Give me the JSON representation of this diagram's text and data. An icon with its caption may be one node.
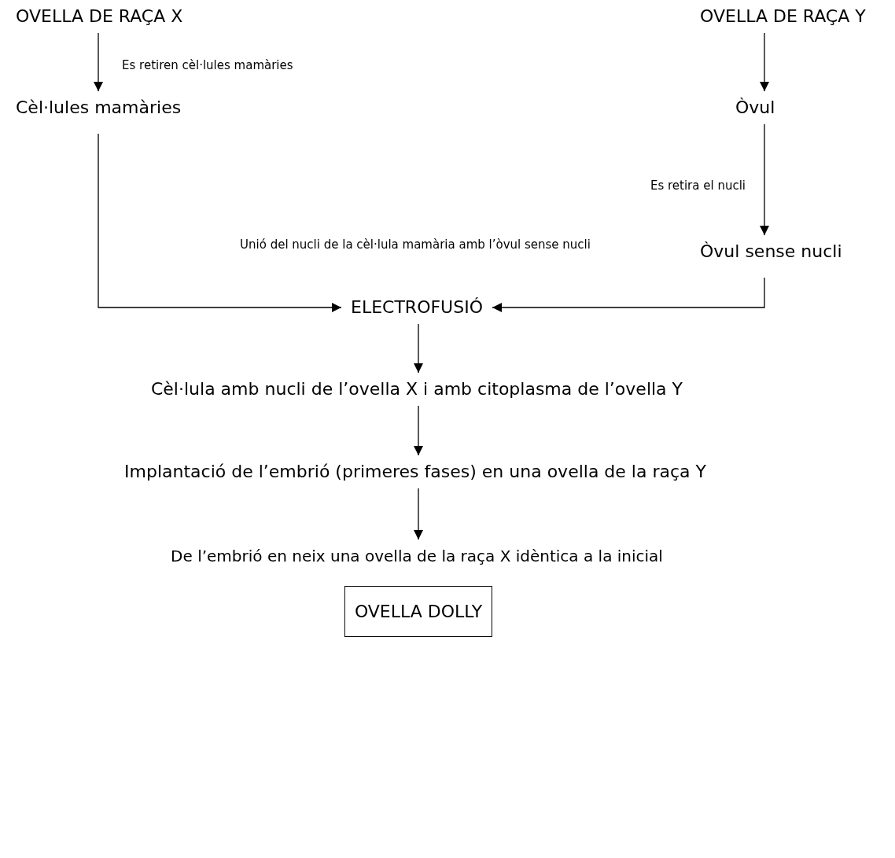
{
  "diagram": {
    "nodes": [
      {
        "text": [
          "OVELLA DE RAÇA X"
        ]
      },
      {
        "text": [
          "OVELLA DE RAÇA Y"
        ]
      },
      {
        "text": [
          "Cèl·lules mamàries"
        ]
      },
      {
        "text": [
          "Òvul"
        ]
      },
      {
        "text": [
          "Òvul sense nucli"
        ]
      },
      {
        "text": [
          "ELECTROFUSIÓ"
        ]
      },
      {
        "text": [
          "Cèl·lula amb nucli de l’ovella X i amb citoplasma de l’ovella Y"
        ]
      },
      {
        "text": [
          "Implantació de l’embrió (primeres fases) en una ovella de la raça Y"
        ]
      },
      {
        "text": [
          "De l’embrió en neix una ovella de la raça X idèntica a la inicial"
        ]
      },
      {
        "text": [
          "OVELLA DOLLY"
        ]
      }
    ],
    "edges": [
      {
        "from": 0,
        "to": 2,
        "arrow": "to",
        "label": "Es retiren cèl·lules mamàries"
      },
      {
        "from": 1,
        "to": 3,
        "arrow": "to"
      },
      {
        "from": 3,
        "to": 4,
        "arrow": "to",
        "label": "Es retira el nucli"
      },
      {
        "from": 2,
        "to": 5,
        "arrow": "to"
      },
      {
        "from": 4,
        "to": 5,
        "arrow": "to"
      },
      {
        "from": 5,
        "to": 6,
        "arrow": "to"
      },
      {
        "from": 6,
        "to": 7,
        "arrow": "to"
      },
      {
        "from": 7,
        "to": 8,
        "arrow": "to"
      }
    ],
    "labels": [
      "Unió del nucli de la cèl·lula mamària amb l’òvul sense nucli"
    ]
  }
}
